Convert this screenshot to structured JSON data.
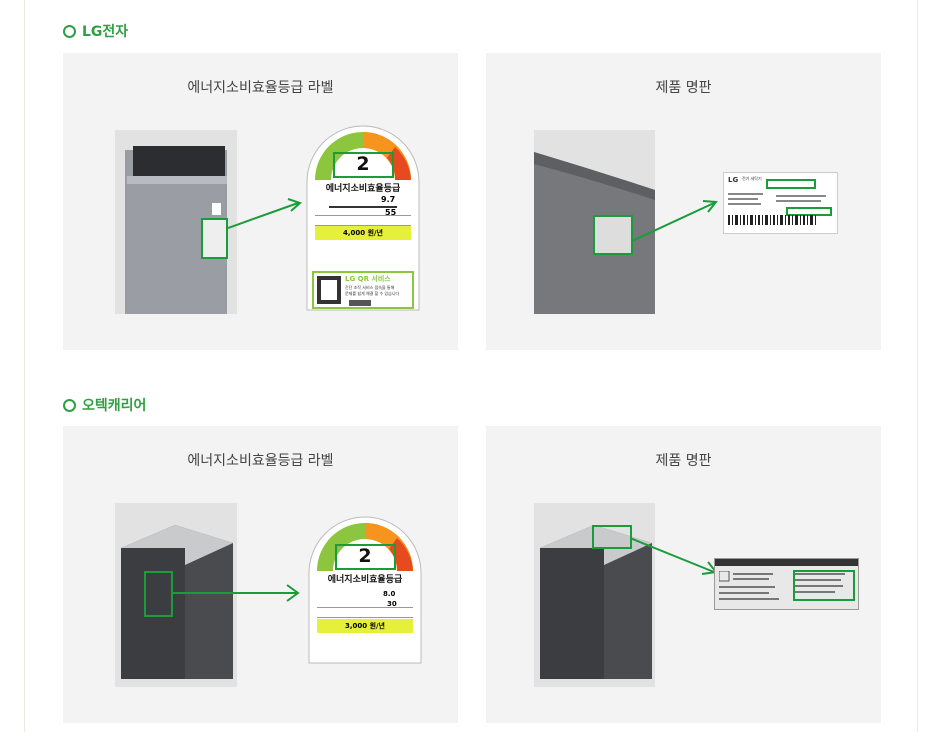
{
  "sections": [
    {
      "title": "LG전자",
      "cards": [
        {
          "title": "에너지소비효율등급 라벨"
        },
        {
          "title": "제품 명판"
        }
      ],
      "label": {
        "grade": "2",
        "heading": "에너지소비효율등급",
        "val1": "9.7",
        "val2": "55",
        "cost": "4,000 원/년",
        "qr_title": "LG QR 서비스",
        "qr_desc1": "간단 조작 서비스 접속을 통해",
        "qr_desc2": "문제를 쉽게 해결 할 수 있습니다"
      },
      "plate": {
        "brand": "LG",
        "subtitle": "전기 세탁기"
      }
    },
    {
      "title": "오텍캐리어",
      "cards": [
        {
          "title": "에너지소비효율등급 라벨"
        },
        {
          "title": "제품 명판"
        }
      ],
      "label": {
        "grade": "2",
        "heading": "에너지소비효율등급",
        "val1": "8.0",
        "val2": "30",
        "cost": "3,000 원/년"
      }
    }
  ],
  "colors": {
    "accent": "#2ea043",
    "highlight": "#1a9c3a",
    "card_bg": "#f3f3f3"
  }
}
